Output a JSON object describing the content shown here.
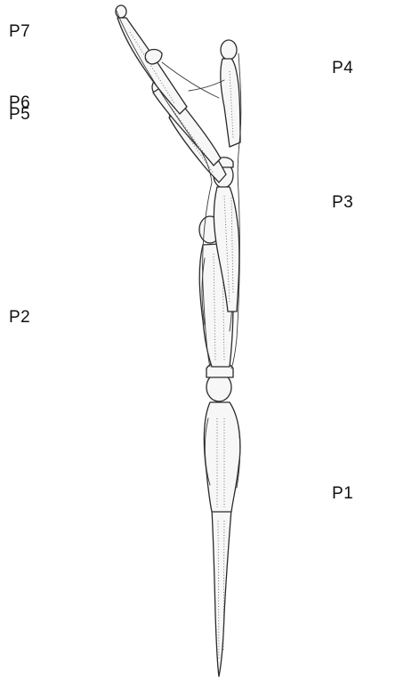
{
  "figure": {
    "labels": {
      "p7": "P7",
      "p6": "P6",
      "p5": "P5",
      "p4": "P4",
      "p3": "P3",
      "p2": "P2",
      "p1": "P1"
    },
    "line_color": "#2a2a2a",
    "background": "#ffffff"
  }
}
